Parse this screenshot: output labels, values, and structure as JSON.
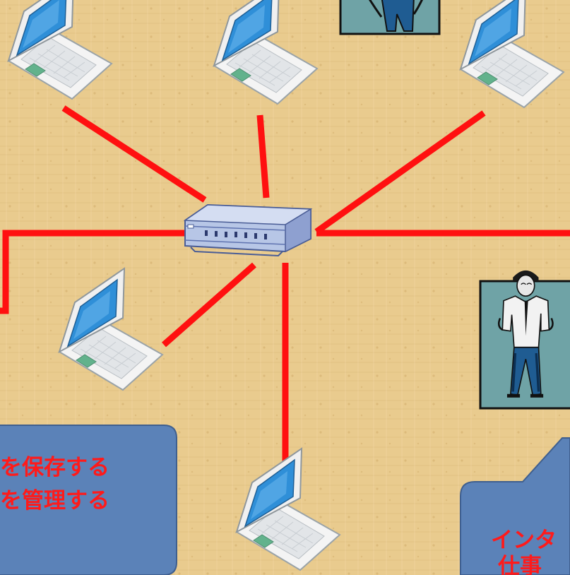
{
  "scene": {
    "background_color": "#e8c98c",
    "link_color": "#ff1010",
    "bubble_color": "#5b82b8",
    "bubble_text_color": "#ff1a1a",
    "frame_color": "#6fa3a6"
  },
  "callout_left": {
    "lines": [
      "を保存する",
      "を管理する"
    ]
  },
  "callout_right": {
    "lines": [
      "インタ",
      "仕事"
    ]
  },
  "devices": {
    "laptops": [
      "laptop-top-left",
      "laptop-top-center",
      "laptop-top-right",
      "laptop-bottom-left",
      "laptop-bottom-center"
    ],
    "hub": "network-hub",
    "people": [
      "person-top-partial",
      "person-right"
    ]
  }
}
